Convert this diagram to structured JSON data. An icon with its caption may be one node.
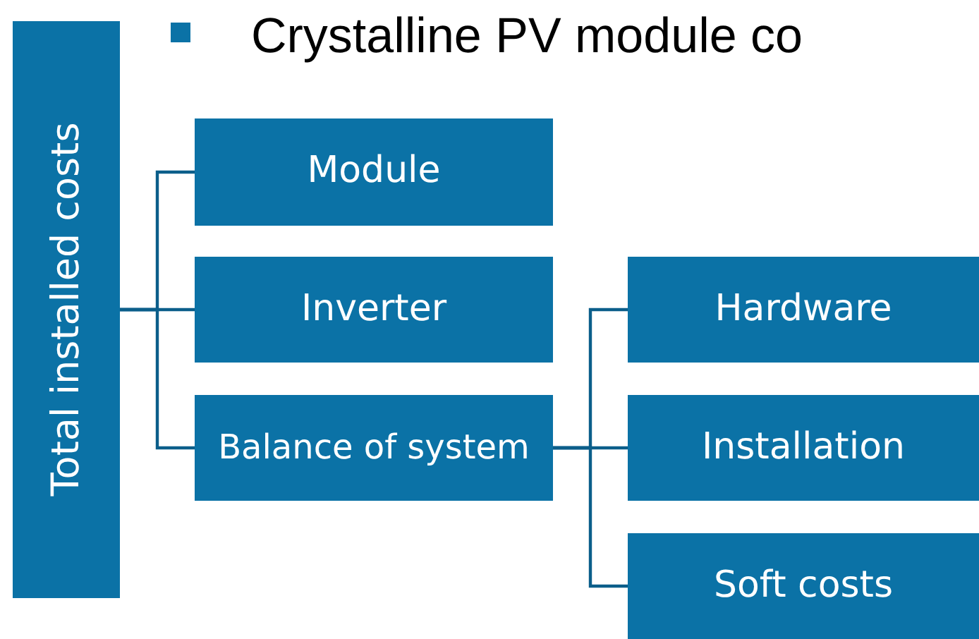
{
  "diagram": {
    "nodes": [
      {
        "text": [
          "Total installed costs"
        ]
      },
      {
        "text": [
          "Module"
        ]
      },
      {
        "text": [
          "Inverter"
        ]
      },
      {
        "text": [
          "Balance of system"
        ]
      },
      {
        "text": [
          "Hardware"
        ]
      },
      {
        "text": [
          "Installation"
        ]
      },
      {
        "text": [
          "Soft costs"
        ]
      }
    ],
    "edges": [
      {
        "from": 0,
        "to": 1,
        "arrow": "none"
      },
      {
        "from": 0,
        "to": 2,
        "arrow": "none"
      },
      {
        "from": 0,
        "to": 3,
        "arrow": "none"
      },
      {
        "from": 3,
        "to": 4,
        "arrow": "none"
      },
      {
        "from": 3,
        "to": 5,
        "arrow": "none"
      },
      {
        "from": 3,
        "to": 6,
        "arrow": "none"
      }
    ],
    "labels": [
      "Crystalline PV module co"
    ]
  }
}
